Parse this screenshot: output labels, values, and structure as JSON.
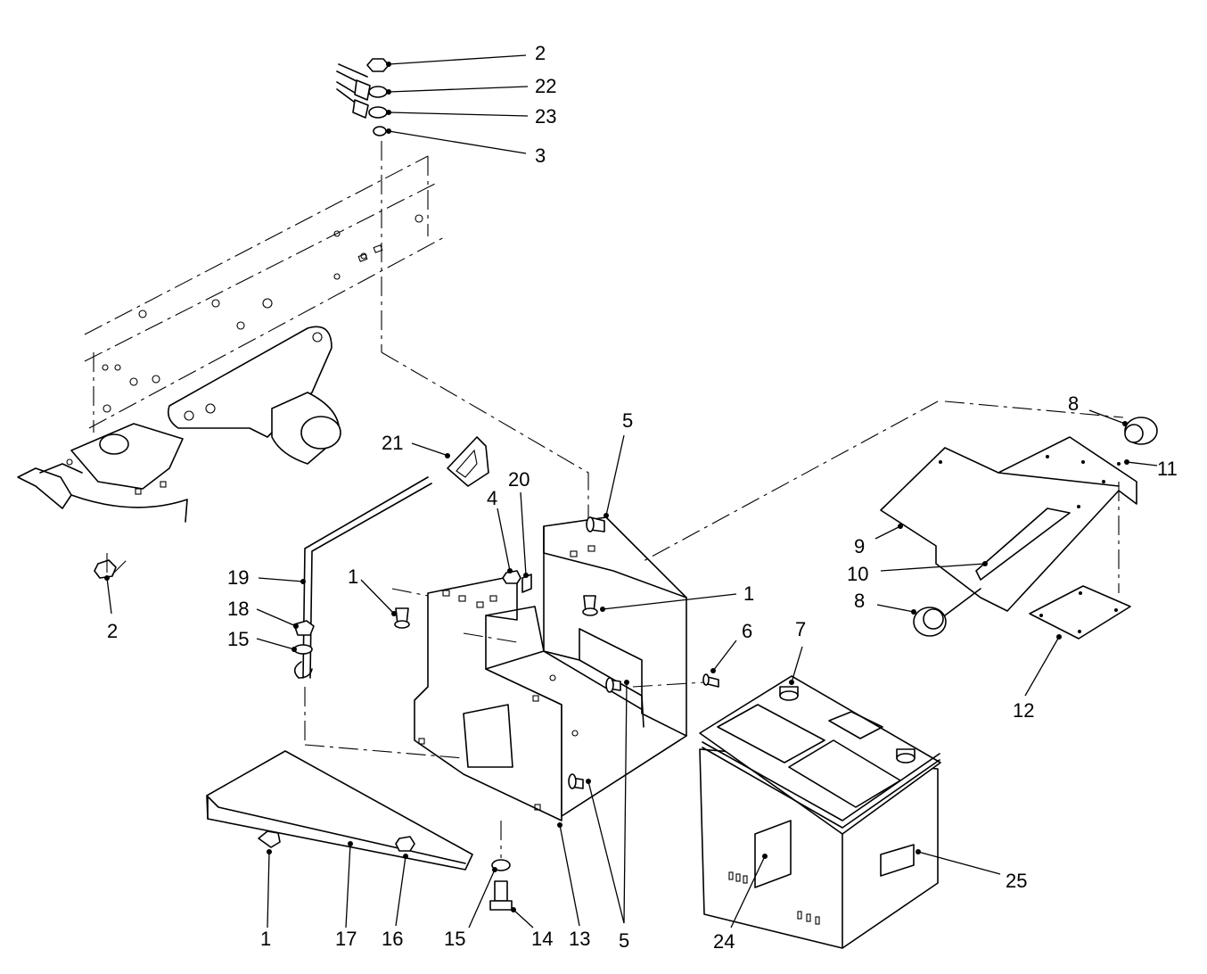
{
  "callouts": [
    {
      "text": "2"
    },
    {
      "text": "22"
    },
    {
      "text": "23"
    },
    {
      "text": "3"
    },
    {
      "text": "21"
    },
    {
      "text": "5"
    },
    {
      "text": "20"
    },
    {
      "text": "4"
    },
    {
      "text": "19"
    },
    {
      "text": "18"
    },
    {
      "text": "15"
    },
    {
      "text": "2"
    },
    {
      "text": "1"
    },
    {
      "text": "1"
    },
    {
      "text": "6"
    },
    {
      "text": "7"
    },
    {
      "text": "8"
    },
    {
      "text": "11"
    },
    {
      "text": "9"
    },
    {
      "text": "10"
    },
    {
      "text": "8"
    },
    {
      "text": "12"
    },
    {
      "text": "1"
    },
    {
      "text": "17"
    },
    {
      "text": "16"
    },
    {
      "text": "15"
    },
    {
      "text": "14"
    },
    {
      "text": "13"
    },
    {
      "text": "5"
    },
    {
      "text": "24"
    },
    {
      "text": "25"
    }
  ]
}
